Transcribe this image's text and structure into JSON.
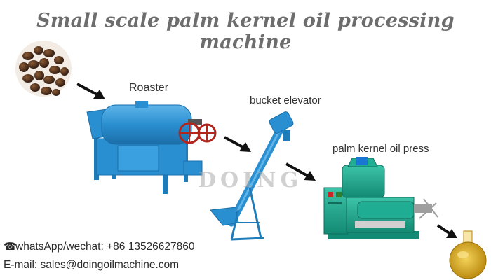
{
  "title": "Small scale palm kernel oil processing machine",
  "labels": {
    "roaster": "Roaster",
    "elevator": "bucket elevator",
    "press": "palm kernel oil press"
  },
  "watermark": "DOING",
  "contact": {
    "phone_icon": "☎",
    "phone": "whatsApp/wechat: +86 13526627860",
    "email": "E-mail: sales@doingoilmachine.com"
  },
  "colors": {
    "machine_blue": "#2a8fd0",
    "press_teal": "#1b9e86",
    "oil": "#d8a81b",
    "arrow": "#111111",
    "title": "#6d6d6d"
  }
}
